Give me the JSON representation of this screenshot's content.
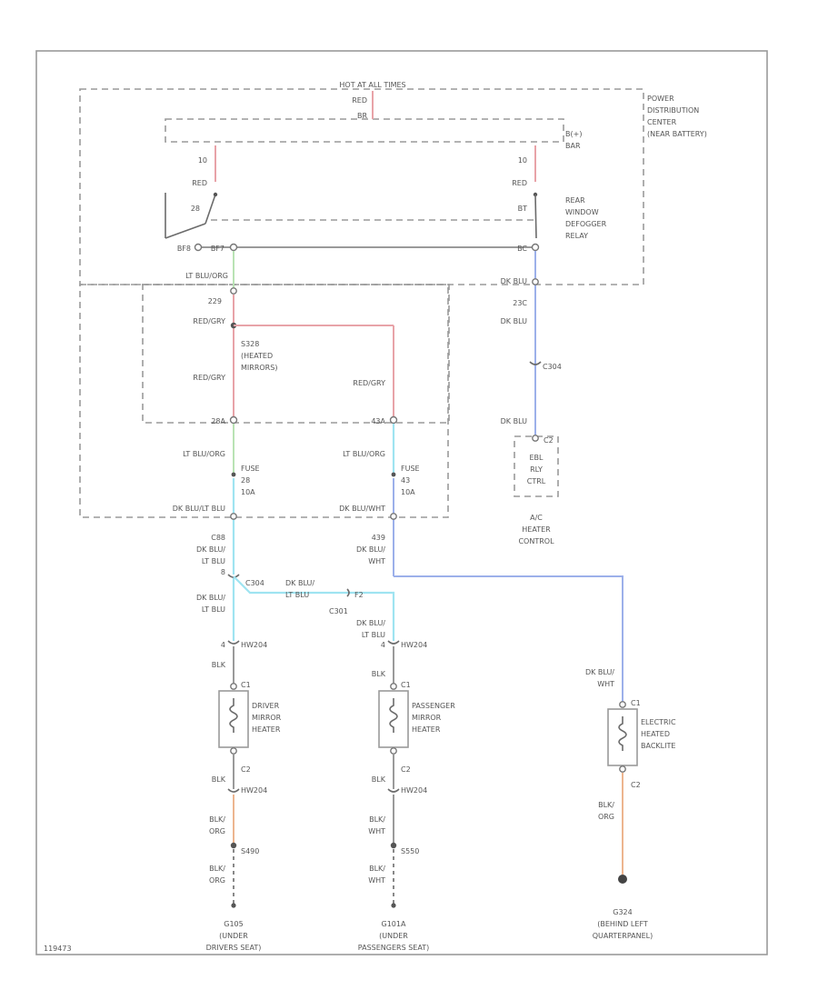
{
  "diagram": {
    "pdc_top": "HOT AT ALL TIMES",
    "pdc_top_wire": "RED",
    "pdc_top_pin": "BR",
    "pdc_label": [
      "POWER",
      "DISTRIBUTION",
      "CENTER",
      "(NEAR BATTERY)"
    ],
    "bus_label": [
      "B(+)",
      "BAR"
    ],
    "relay_label": [
      "REAR",
      "WINDOW",
      "DEFOGGER",
      "RELAY"
    ],
    "relay_left": {
      "pin_top": "10",
      "wire": "RED",
      "pin_switch": "28",
      "pin_left": "BF8",
      "pin_out": "BF7"
    },
    "relay_right": {
      "pin_top": "10",
      "wire": "RED",
      "pin_switch": "BT",
      "pin_out": "BC"
    },
    "left_branch": {
      "wire_out": "LT BLU/ORG",
      "pin_a": "229",
      "wire_a": "RED/GRY",
      "splice": [
        "S328",
        "(HEATED",
        "MIRRORS)"
      ],
      "wire_b": "RED/GRY",
      "pin_b": "28A",
      "wire_c": "LT BLU/ORG",
      "fuse": [
        "FUSE",
        "28",
        "10A"
      ],
      "wire_d": "DK BLU/LT BLU",
      "pin_d": "C88",
      "wire_e": [
        "DK BLU/",
        "LT BLU"
      ]
    },
    "mid_branch": {
      "wire_a": "RED/GRY",
      "pin_a": "43A",
      "wire_b": "LT BLU/ORG",
      "fuse": [
        "FUSE",
        "43",
        "10A"
      ],
      "wire_c": "DK BLU/WHT",
      "pin_c": "439",
      "wire_d": [
        "DK BLU/",
        "WHT"
      ]
    },
    "right_branch": {
      "wire_a": "DK BLU",
      "pin_a": "23C",
      "wire_b": "DK BLU",
      "connector": "C304",
      "wire_c": "DK BLU",
      "pin_c": "C2"
    },
    "ac_heater": {
      "box": [
        "EBL",
        "RLY",
        "CTRL"
      ],
      "name": [
        "A/C",
        "HEATER",
        "CONTROL"
      ]
    },
    "junction": {
      "pin": "8",
      "connector": "C304",
      "wire_left": [
        "DK BLU/",
        "LT BLU"
      ],
      "wire_right": [
        "DK BLU/",
        "LT BLU"
      ],
      "pin_right": "F2",
      "connector_b": "C301",
      "wire_down": [
        "DK BLU/",
        "LT BLU"
      ]
    },
    "driver_mirror": {
      "pin_top": "4",
      "conn_top": "HW204",
      "wire_top": "BLK",
      "c1": "C1",
      "name": [
        "DRIVER",
        "MIRROR",
        "HEATER"
      ],
      "c2": "C2",
      "wire_bot": "BLK",
      "conn_bot": "HW204",
      "wire_lower": [
        "BLK/",
        "ORG"
      ],
      "splice": "S490",
      "wire_ground": [
        "BLK/",
        "ORG"
      ],
      "ground": [
        "G105",
        "(UNDER",
        "DRIVERS SEAT)"
      ]
    },
    "pass_mirror": {
      "pin_top": "4",
      "conn_top": "HW204",
      "wire_top": "BLK",
      "c1": "C1",
      "name": [
        "PASSENGER",
        "MIRROR",
        "HEATER"
      ],
      "c2": "C2",
      "wire_bot": "BLK",
      "conn_bot": "HW204",
      "wire_lower": [
        "BLK/",
        "WHT"
      ],
      "splice": "S550",
      "wire_ground": [
        "BLK/",
        "WHT"
      ],
      "ground": [
        "G101A",
        "(UNDER",
        "PASSENGERS SEAT)"
      ]
    },
    "backlite": {
      "wire_top": [
        "DK BLU/",
        "WHT"
      ],
      "c1": "C1",
      "name": [
        "ELECTRIC",
        "HEATED",
        "BACKLITE"
      ],
      "c2": "C2",
      "wire_bot": [
        "BLK/",
        "ORG"
      ],
      "ground": [
        "G324",
        "(BEHIND LEFT",
        "QUARTERPANEL)"
      ]
    },
    "figure_id": "119473"
  }
}
